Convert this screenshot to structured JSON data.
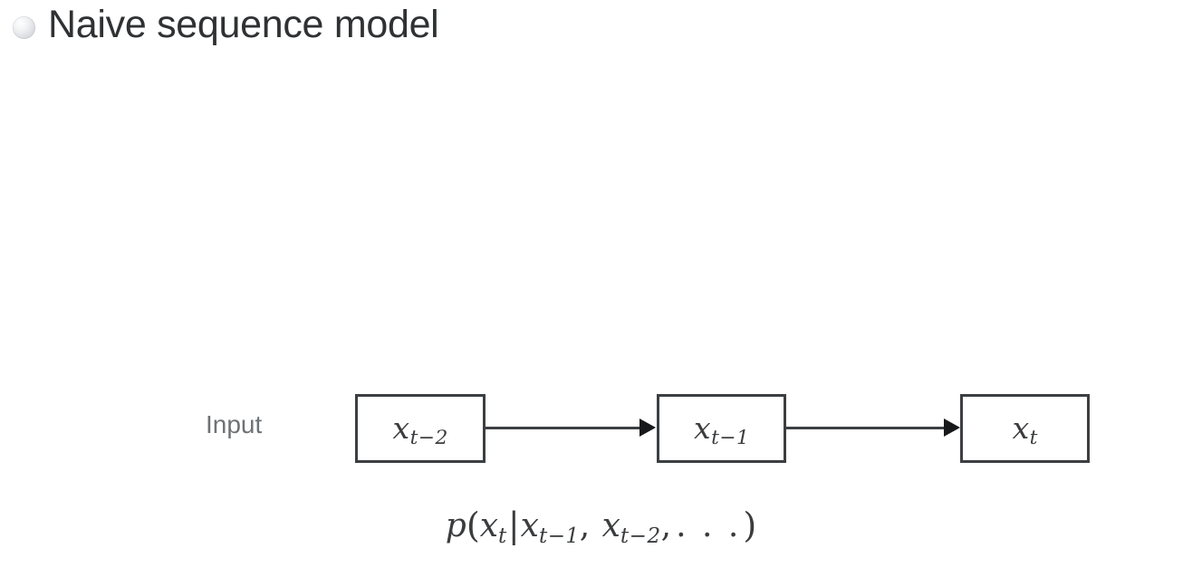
{
  "slide": {
    "background_color": "#ffffff",
    "title": "Naive sequence model",
    "bullet_icon": "gray-sphere-bullet"
  },
  "diagram": {
    "input_label": "Input",
    "nodes": [
      {
        "id": "node-1",
        "base": "x",
        "subscript": "t−2",
        "full": "x_{t-2}"
      },
      {
        "id": "node-2",
        "base": "x",
        "subscript": "t−1",
        "full": "x_{t-1}"
      },
      {
        "id": "node-3",
        "base": "x",
        "subscript": "t",
        "full": "x_t"
      }
    ],
    "arrows": [
      {
        "id": "arrow-1",
        "from": "node-1",
        "to": "node-2",
        "style": "solid-line-filled-head"
      },
      {
        "id": "arrow-2",
        "from": "node-2",
        "to": "node-3",
        "style": "solid-line-filled-head"
      }
    ],
    "box_border_color": "#3c3f42",
    "box_fill_color": "#ffffff"
  },
  "formula": {
    "text": "p(x_t|x_{t-1}, x_{t-2}, ...)",
    "p": "p",
    "open_paren": "(",
    "x1_base": "x",
    "x1_sub": "t",
    "bar": "|",
    "x2_base": "x",
    "x2_sub": "t−1",
    "comma1": ",",
    "x3_base": "x",
    "x3_sub": "t−2",
    "comma2": ",",
    "ldots": ". . .",
    "close_paren": ")"
  }
}
